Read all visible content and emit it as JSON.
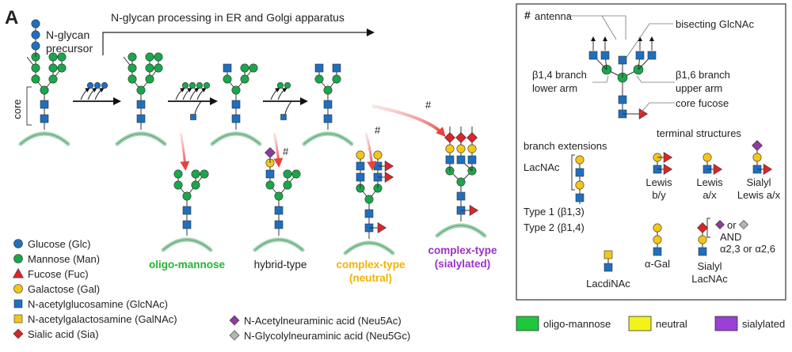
{
  "panel_letter": "A",
  "header": "N-glycan processing in ER and Golgi apparatus",
  "precursor_label": [
    "N-glycan",
    "precursor"
  ],
  "core_label": "core",
  "types": {
    "oligo": "oligo-mannose",
    "hybrid": "hybrid-type",
    "complex_neutral": [
      "complex-type",
      "(neutral)"
    ],
    "complex_sialylated": [
      "complex-type",
      "(sialylated)"
    ]
  },
  "hash": "#",
  "legend": [
    {
      "label": "Glucose (Glc)",
      "shape": "circle",
      "color": "#1f6fbf"
    },
    {
      "label": "Mannose (Man)",
      "shape": "circle",
      "color": "#1aa64a"
    },
    {
      "label": "Fucose (Fuc)",
      "shape": "triangle",
      "color": "#d9262c"
    },
    {
      "label": "Galactose (Gal)",
      "shape": "circle",
      "color": "#f5c518"
    },
    {
      "label": "N-acetylglucosamine (GlcNAc)",
      "shape": "square",
      "color": "#1f6fbf"
    },
    {
      "label": "N-acetylgalactosamine (GalNAc)",
      "shape": "square",
      "color": "#f5c518"
    },
    {
      "label": "Sialic acid (Sia)",
      "shape": "diamond",
      "color": "#d9262c"
    }
  ],
  "legend2": [
    {
      "label": "N-Acetylneuraminic acid (Neu5Ac)",
      "shape": "diamond",
      "color": "#8e3b9e"
    },
    {
      "label": "N-Glycolylneuraminic acid (Neu5Gc)",
      "shape": "diamond",
      "color": "#b5b5b5"
    }
  ],
  "right": {
    "hash_antenna": "antenna",
    "bisecting": "bisecting GlcNAc",
    "b14": [
      "β1,4 branch",
      "lower arm"
    ],
    "b16": [
      "β1,6 branch",
      "upper arm"
    ],
    "core_fucose": "core fucose",
    "terminal": "terminal structures",
    "branch_ext": "branch extensions",
    "lacnac": "LacNAc",
    "type1": "Type 1 (β1,3)",
    "type2": "Type 2 (β1,4)",
    "lewis_by": [
      "Lewis",
      "b/y"
    ],
    "lewis_ax": [
      "Lewis",
      "a/x"
    ],
    "sialyl_lewis": [
      "Sialyl",
      "Lewis a/x"
    ],
    "or": "or",
    "and": "AND",
    "alpha": "α2,3 or α2,6",
    "lacdinac": "LacdiNAc",
    "agal": "α-Gal",
    "sialyl_lacnac": [
      "Sialyl",
      "LacNAc"
    ]
  },
  "color_key": [
    {
      "label": "oligo-mannose",
      "color": "#1ec83c"
    },
    {
      "label": "neutral",
      "color": "#f3f31a"
    },
    {
      "label": "sialylated",
      "color": "#9b3fd6"
    }
  ],
  "colors": {
    "green_text": "#22b532",
    "yellow_text": "#f0b400",
    "purple_text": "#9b30c8"
  }
}
